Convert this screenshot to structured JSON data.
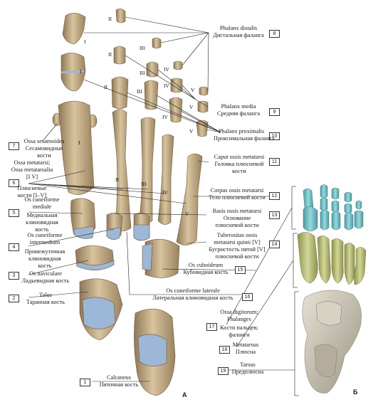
{
  "colors": {
    "bone": "#c9b48f",
    "bone_dark": "#9b8462",
    "cartilage": "#9db7d6",
    "phalanges_cyan": "#7ec9cf",
    "metatarsus_olive": "#bcc27a",
    "tarsus_grey": "#c9c3b4",
    "line": "#222222"
  },
  "labels": [
    {
      "num": "8",
      "latin": "Phalanx distalis",
      "russian": "Дистальная фаланга"
    },
    {
      "num": "9",
      "latin": "Phalanx media",
      "russian": "Средняя фаланга"
    },
    {
      "num": "10",
      "latin": "Phalanx proximalis",
      "russian": "Проксимальная фаланга"
    },
    {
      "num": "11",
      "latin": "Caput ossis metatarsi",
      "russian": "Головка плюсневой кости"
    },
    {
      "num": "12",
      "latin": "Corpus ossis metatarsi",
      "russian": "Тело плюсневой кости"
    },
    {
      "num": "13",
      "latin": "Basis ossis metatarsi",
      "russian": "Основание плюсневой кости"
    },
    {
      "num": "14",
      "latin": "Tuberositas ossis metatarsi quinti [V]",
      "russian": "Бугристость пятой [V] плюсневой кости"
    },
    {
      "num": "15",
      "latin": "Os cuboideum",
      "russian": "Кубовидная кость"
    },
    {
      "num": "16",
      "latin": "Os cuneiforme laterale",
      "russian": "Латеральная клиновидная кость"
    },
    {
      "num": "7",
      "latin": "Ossa sesamoidea",
      "russian": "Сесамовидные кости"
    },
    {
      "num": "6",
      "latin": "Ossa metatarsi; Ossa metatarsalia [I–V]",
      "russian": "Плюсневые кости [I–V]"
    },
    {
      "num": "5",
      "latin": "Os cuneiforme mediale",
      "russian": "Медиальная клиновидная кость"
    },
    {
      "num": "4",
      "latin": "Os cuneiforme intermedium",
      "russian": "Промежуточная клиновидная кость"
    },
    {
      "num": "3",
      "latin": "Os naviculare",
      "russian": "Ладьевидная кость"
    },
    {
      "num": "2",
      "latin": "Talus",
      "russian": "Таранная кость"
    },
    {
      "num": "1",
      "latin": "Calcaneus",
      "russian": "Пяточная кость"
    },
    {
      "num": "17",
      "latin": "Ossa digitorum; Phalanges",
      "russian": "Кости пальцев; фаланги"
    },
    {
      "num": "18",
      "latin": "Metatarsus",
      "russian": "Плюсна"
    },
    {
      "num": "19",
      "latin": "Tarsus",
      "russian": "Предплюсна"
    }
  ],
  "text": {
    "l8a": "Phalanx distalis",
    "l8b": "Дистальная фаланга",
    "l9a": "Phalanx media",
    "l9b": "Средняя фаланга",
    "l10a": "Phalanx proximalis",
    "l10b": "Проксимальная фаланга",
    "l11a": "Caput ossis metatarsi",
    "l11b": "Головка плюсневой",
    "l11c": "кости",
    "l12a": "Corpus ossis metatarsi",
    "l12b": "Тело плюсневой кости",
    "l13a": "Basis ossis metatarsi",
    "l13b": "Основание",
    "l13c": "плюсневой кости",
    "l14a": "Tuberositas ossis",
    "l14b": "metatarsi quinti [V]",
    "l14c": "Бугристость пятой [V]",
    "l14d": "плюсневой кости",
    "l15a": "Os cuboideum",
    "l15b": "Кубовидная кость",
    "l16a": "Os cuneiforme laterale",
    "l16b": "Латеральная клиновидная кость",
    "l7a": "Ossa sesamoidea",
    "l7b": "Сесамовидные",
    "l7c": "кости",
    "l6a": "Ossa metatarsi;",
    "l6b": "Ossa metatarsalia",
    "l6c": "[I  V]",
    "l6d": "Плюсневые",
    "l6e": "кости [I–V]",
    "l5a": "Os cuneiforme",
    "l5b": "mediale",
    "l5c": "Медиальная",
    "l5d": "клиновидная",
    "l5e": "кость",
    "l4a": "Os cuneiforme",
    "l4b": "intermedium",
    "l4c": "Промежуточная",
    "l4d": "клиновидная",
    "l4e": "кость",
    "l3a": "Os naviculare",
    "l3b": "Ладьевидная кость",
    "l2a": "Talus",
    "l2b": "Таранная кость",
    "l1a": "Calcaneus",
    "l1b": "Пяточная кость",
    "l17a": "Ossa digitorum;",
    "l17b": "Phalanges",
    "l17c": "Кости пальцев;",
    "l17d": "фаланги",
    "l18a": "Metatarsus",
    "l18b": "Плюсна",
    "l19a": "Tarsus",
    "l19b": "Предплюсна",
    "panelA": "А",
    "panelB": "Б"
  },
  "nums": {
    "n1": "1",
    "n2": "2",
    "n3": "3",
    "n4": "4",
    "n5": "5",
    "n6": "6",
    "n7": "7",
    "n8": "8",
    "n9": "9",
    "n10": "10",
    "n11": "11",
    "n12": "12",
    "n13": "13",
    "n14": "14",
    "n15": "15",
    "n16": "16",
    "n17": "17",
    "n18": "18",
    "n19": "19"
  },
  "roman": {
    "I": "I",
    "II": "II",
    "III": "III",
    "IV": "IV",
    "V": "V"
  }
}
